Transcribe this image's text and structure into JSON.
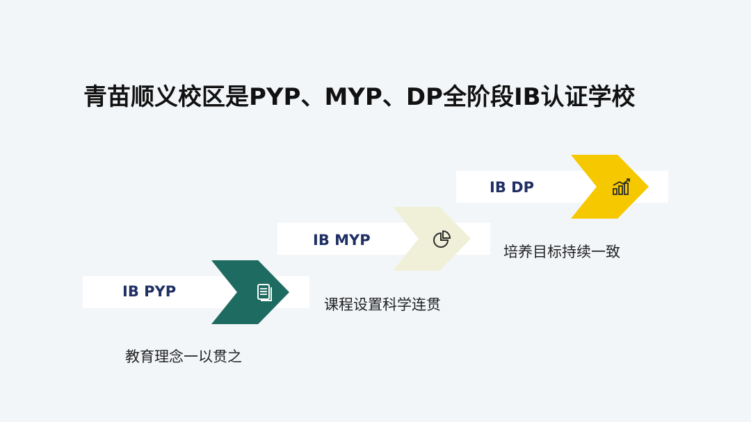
{
  "title": "青苗顺义校区是PYP、MYP、DP全阶段IB认证学校",
  "colors": {
    "background": "#f3f6f9",
    "pyp_arrow": "#1e6b61",
    "myp_arrow": "#f0f0d8",
    "dp_arrow": "#f5c800",
    "label_text": "#1f2f63"
  },
  "stages": [
    {
      "label": "IB PYP",
      "caption": "教育理念一以贯之",
      "icon": "document-icon"
    },
    {
      "label": "IB MYP",
      "caption": "课程设置科学连贯",
      "icon": "pie-chart-icon"
    },
    {
      "label": "IB DP",
      "caption": "培养目标持续一致",
      "icon": "bar-chart-icon"
    }
  ]
}
